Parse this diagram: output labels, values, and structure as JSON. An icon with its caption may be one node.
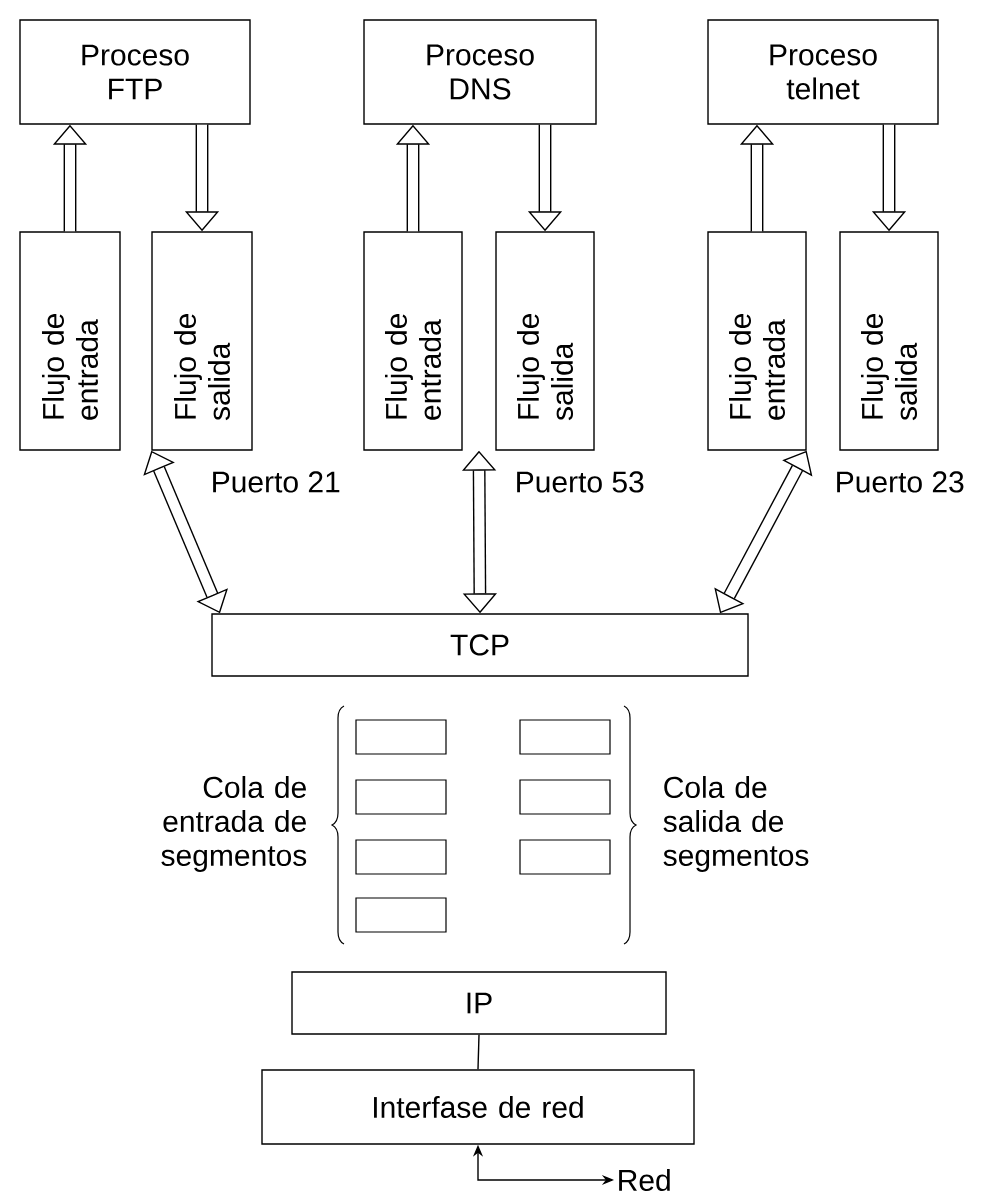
{
  "diagram": {
    "nodes": [
      {
        "text": [
          "Proceso FTP"
        ]
      },
      {
        "text": [
          "Proceso DNS"
        ]
      },
      {
        "text": [
          "Proceso telnet"
        ]
      },
      {
        "text": [
          "Flujo de entrada"
        ]
      },
      {
        "text": [
          "Flujo de salida"
        ]
      },
      {
        "text": [
          "Flujo de entrada"
        ]
      },
      {
        "text": [
          "Flujo de salida"
        ]
      },
      {
        "text": [
          "Flujo de entrada"
        ]
      },
      {
        "text": [
          "Flujo de salida"
        ]
      },
      {
        "text": [
          "TCP"
        ]
      },
      {
        "text": [],
        "shape": "box"
      },
      {
        "text": [],
        "shape": "box"
      },
      {
        "text": [],
        "shape": "box"
      },
      {
        "text": [],
        "shape": "box"
      },
      {
        "text": [],
        "shape": "box"
      },
      {
        "text": [],
        "shape": "box"
      },
      {
        "text": [],
        "shape": "box"
      },
      {
        "text": [
          "IP"
        ]
      },
      {
        "text": [
          "Interfase de red"
        ]
      },
      {
        "text": [
          "Red"
        ]
      }
    ],
    "edges": [
      {
        "from": 3,
        "to": 0,
        "arrow": "to"
      },
      {
        "from": 0,
        "to": 4,
        "arrow": "to"
      },
      {
        "from": 5,
        "to": 1,
        "arrow": "to"
      },
      {
        "from": 1,
        "to": 6,
        "arrow": "to"
      },
      {
        "from": 7,
        "to": 2,
        "arrow": "to"
      },
      {
        "from": 2,
        "to": 8,
        "arrow": "to"
      },
      {
        "from": 4,
        "to": 9,
        "arrow": "both",
        "label": "Puerto 21"
      },
      {
        "from": 6,
        "to": 9,
        "arrow": "both",
        "label": "Puerto 53"
      },
      {
        "from": 7,
        "to": 9,
        "arrow": "both",
        "label": "Puerto 23"
      },
      {
        "from": 17,
        "to": 18,
        "arrow": "none"
      },
      {
        "from": 18,
        "to": 19,
        "arrow": "both"
      }
    ],
    "labels": [
      "Cola de entrada de segmentos",
      "Cola de salida de segmentos"
    ]
  }
}
